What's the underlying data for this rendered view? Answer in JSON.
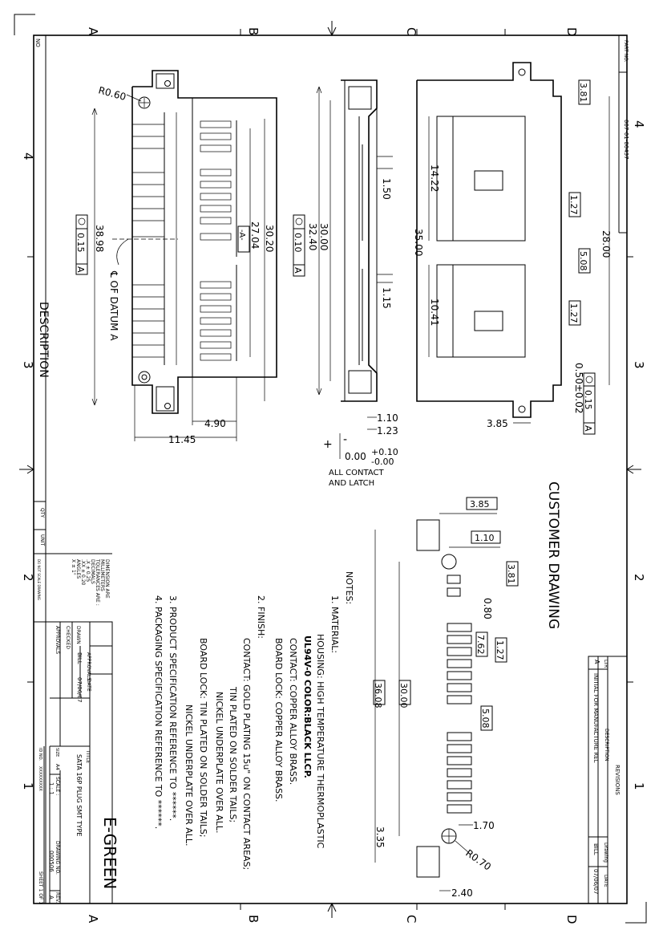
{
  "zones": {
    "top": [
      "A",
      "B",
      "C",
      "D"
    ],
    "bottom": [
      "A",
      "B",
      "C",
      "D"
    ],
    "left": [
      "4",
      "3",
      "2",
      "1"
    ],
    "right": [
      "4",
      "3",
      "2",
      "1"
    ]
  },
  "left_strip": {
    "no_label": "NO",
    "description_label": "DESCRIPTION",
    "qty_label": "QTY",
    "unit_label": "UNIT"
  },
  "part_no": {
    "label": "PART NO.",
    "value": "007-01-00437"
  },
  "revisions": {
    "title": "REVISIONS",
    "headers": [
      "LTR",
      "DESCRIPTION",
      "Drawing",
      "DATE"
    ],
    "row": [
      "A",
      "INITIAL FOR MANUFACTURE REL",
      "BILL",
      "07/06/07"
    ]
  },
  "drawing_title": "CUSTOMER DRAWING",
  "tolerances": {
    "lines": [
      "DIMENSION ARE",
      "MILLIMETERS",
      "TOLERANCES ARE :",
      "DECIMALS",
      ".X  ±  0.25",
      ".XX ±  0.20",
      "ANGLES",
      "X  ±  1°"
    ],
    "note": "DO NOT SCALE DRAWING"
  },
  "title_block": {
    "approvals": "APPROVALS",
    "date_hdr": "DATE",
    "drawn": "DRAWN",
    "drawn_by": "BILL",
    "drawn_date": "07/06/07",
    "checked": "CHECKED",
    "approvals2": "APPROVALS",
    "company": "E-GREEN",
    "title_label": "TITLE",
    "title": "SATA 16P PLUG SMT TYPE",
    "size_label": "SIZE",
    "size": "A4",
    "scale_label": "SCALE :",
    "scale": "1 : 1",
    "drawing_no_label": "DRAWING NO.",
    "drawing_no": "000506",
    "rev_label": "REV.",
    "rev": "A",
    "id_label": "ID NO.",
    "id": "XXXXXXXXX",
    "sheet": "SHEET 1 OF 1"
  },
  "notes": {
    "heading": "NOTES:",
    "lines": [
      "1.  MATERIAL:",
      "HOUSING: HIGH TEMPERATURE THERMOPLASTIC",
      "UL94V-0 COLOR:BLACK LLCP.",
      "CONTACT: COPPER ALLOY BRASS.",
      "BOARD LOCK: COPPER ALLOY BRASS.",
      "2.  FINISH:",
      "CONTACT: GOLD PLATING 15u\" ON CONTACT AREAS;",
      "TIN PLATED ON SOLDER TAILS;",
      "NICKEL UNDERPLATE OVER ALL.",
      "BOARD LOCK:  TIN  PLATED ON SOLDER TAILS;",
      "NICKEL UNDERPLATE OVER ALL.",
      "3.  PRODUCT SPECIFICATION REFERENCE TO ******.",
      "4.  PACKAGING SPECIFICATION REFERENCE TO ******."
    ]
  },
  "view_a": {
    "r060": "R0.60",
    "d3898": "38.98",
    "d2704": "27.04",
    "d3020": "30.20",
    "tol": "0.15",
    "datum": "A",
    "datum_box": "-A-",
    "datum_label": "℄ OF DATUM A",
    "d490": "4.90",
    "d1145": "11.45"
  },
  "view_b": {
    "d3000": "30.00",
    "d3240": "32.40",
    "tol": "0.10",
    "datum": "A",
    "d150": "1.50",
    "d115": "1.15",
    "d110": "1.10",
    "d123": "1.23",
    "plus": "+",
    "minus": "-",
    "d000": "0.00",
    "tol_up": "+0.10",
    "tol_dn": "-0.00",
    "contact1": "ALL CONTACT",
    "contact2": "AND LATCH"
  },
  "view_c": {
    "d381": "3.81",
    "d1422": "14.22",
    "d3500": "35.00",
    "d2800": "28.00",
    "d127a": "1.27",
    "d508": "5.08",
    "d1041": "10.41",
    "d127b": "1.27",
    "d050": "0.50±0.02",
    "tol": "0.15",
    "datum": "A",
    "d385": "3.85"
  },
  "pcb_layout": {
    "d385": "3.85",
    "d110": "1.10",
    "d381": "3.81",
    "d080": "0.80",
    "d127": "1.27",
    "d762": "7.62",
    "d3608": "36.08",
    "d3000": "30.00",
    "d508": "5.08",
    "d170": "1.70",
    "d335": "3.35",
    "r070": "R0.70",
    "d240": "2.40"
  }
}
